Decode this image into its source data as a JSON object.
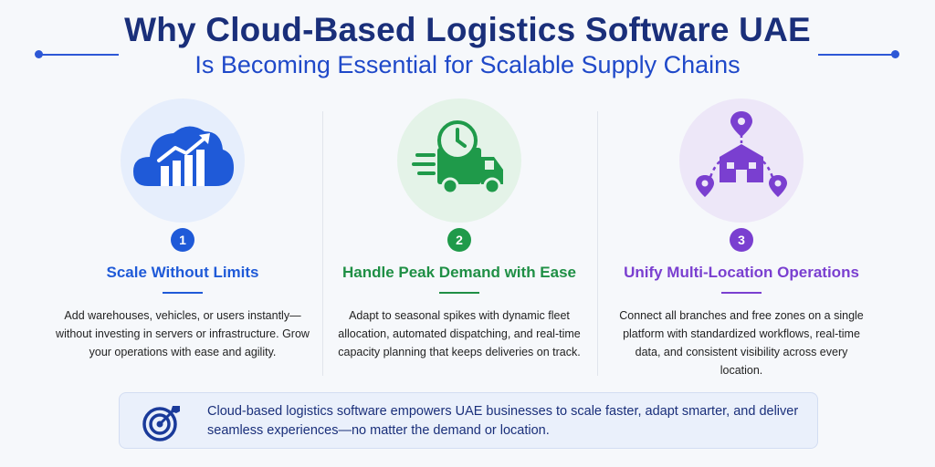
{
  "header": {
    "title": "Why Cloud-Based Logistics Software UAE",
    "subtitle": "Is Becoming Essential for Scalable Supply Chains"
  },
  "columns": [
    {
      "number": "1",
      "heading": "Scale Without Limits",
      "icon": "cloud-growth-icon",
      "accent": "#1f5ad8",
      "description": "Add warehouses, vehicles, or users instantly—without investing in servers or infrastructure. Grow your operations with ease and agility."
    },
    {
      "number": "2",
      "heading": "Handle Peak Demand with Ease",
      "icon": "delivery-truck-clock-icon",
      "accent": "#1f8f45",
      "description": "Adapt to seasonal spikes with dynamic fleet allocation, automated dispatching, and real-time capacity planning that keeps deliveries on track."
    },
    {
      "number": "3",
      "heading": "Unify Multi-Location Operations",
      "icon": "warehouse-locations-icon",
      "accent": "#7a3fd0",
      "description": "Connect all branches and free zones on a single platform with standardized workflows, real-time data, and consistent visibility across every location."
    }
  ],
  "banner": {
    "icon": "target-icon",
    "text": "Cloud-based logistics software empowers UAE businesses to scale faster, adapt smarter, and deliver seamless experiences—no matter the demand or location."
  }
}
